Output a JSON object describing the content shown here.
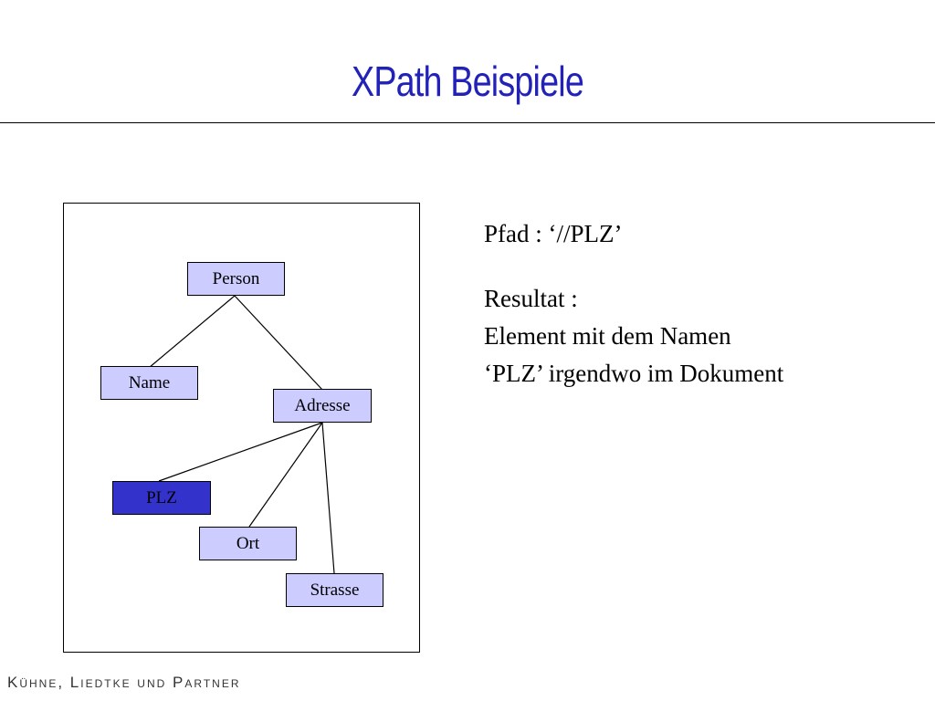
{
  "slide": {
    "title": "XPath  Beispiele",
    "footer": "Kühne, Liedtke und Partner"
  },
  "tree": {
    "nodes": {
      "person": "Person",
      "name": "Name",
      "adresse": "Adresse",
      "plz": "PLZ",
      "ort": "Ort",
      "strasse": "Strasse"
    },
    "highlighted": "plz",
    "colors": {
      "node_fill": "#ccccff",
      "highlight_fill": "#3333cc"
    }
  },
  "info": {
    "path": "Pfad : ‘//PLZ’",
    "result_label": "Resultat :",
    "result_line1": "Element mit dem Namen",
    "result_line2": "‘PLZ’ irgendwo im Dokument"
  },
  "colors": {
    "title": "#2222b8"
  }
}
